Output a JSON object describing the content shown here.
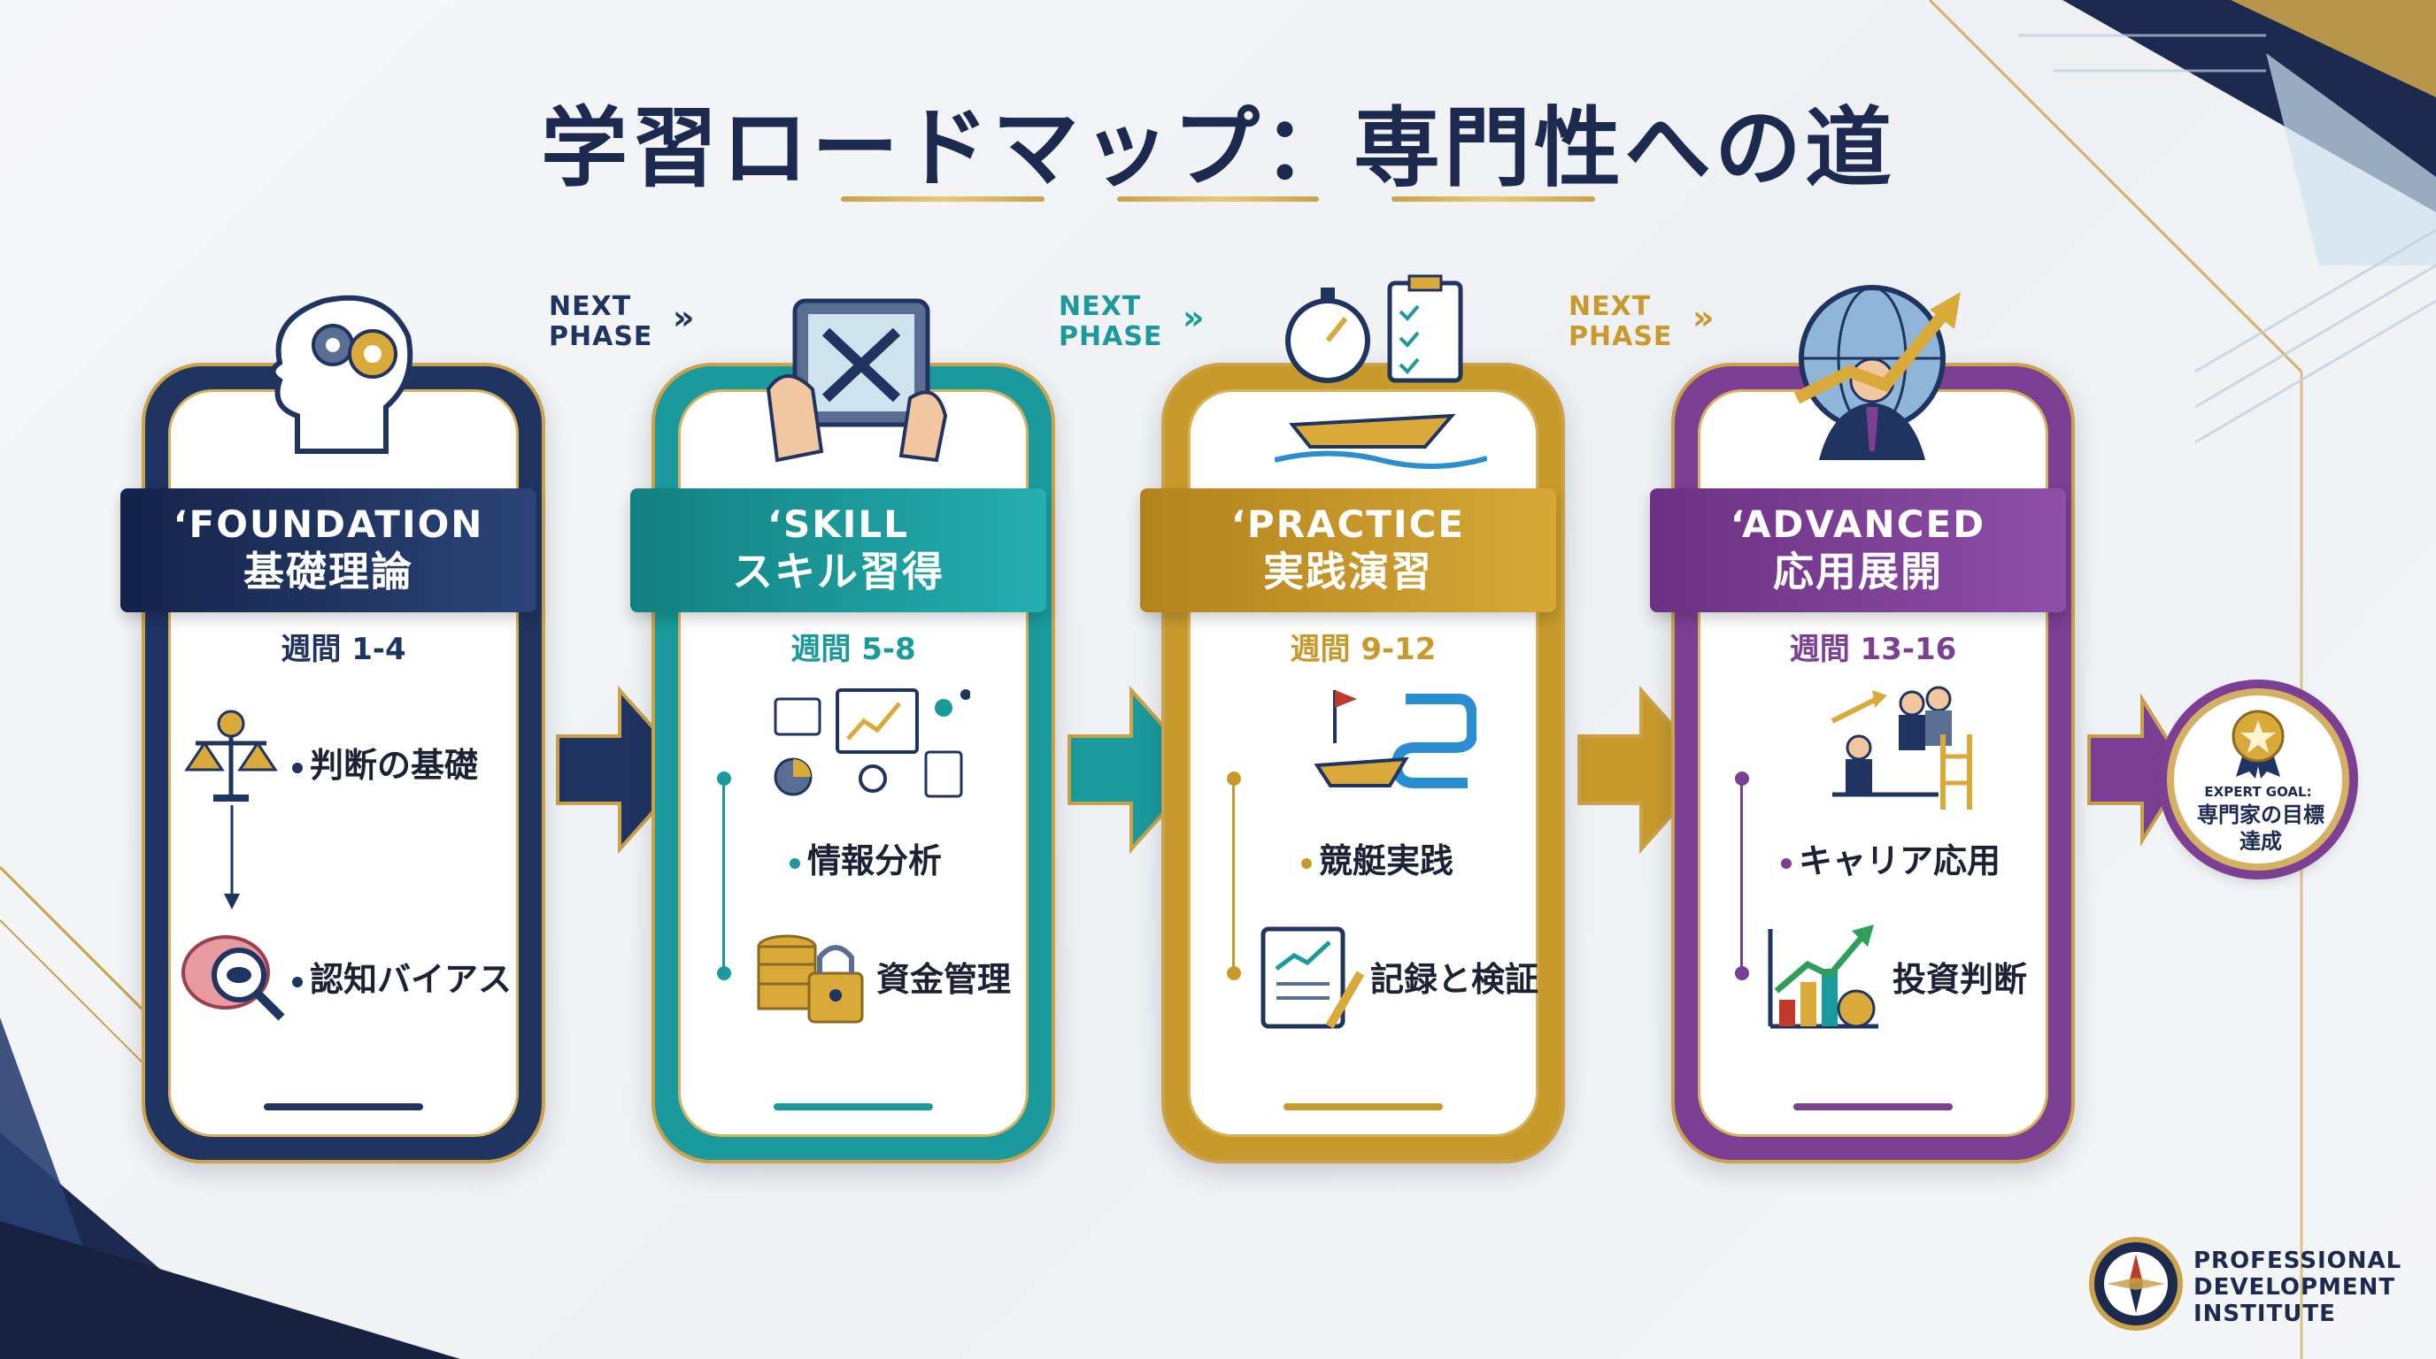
{
  "title": "学習ロードマップ：専門性への道",
  "next_label_1": "NEXT",
  "next_label_2": "PHASE",
  "phases": [
    {
      "en": "‘FOUNDATION",
      "ja": "基礎理論",
      "weeks": "週間 1-4",
      "items": [
        "判断の基礎",
        "認知バイアス"
      ],
      "color": "#1f3461",
      "icon": "head-gears-icon",
      "item_icons": [
        "scales-icon",
        "brain-magnifier-icon"
      ]
    },
    {
      "en": "‘SKILL",
      "ja": "スキル習得",
      "weeks": "週間 5-8",
      "items": [
        "情報分析",
        "資金管理"
      ],
      "color": "#1a9a9c",
      "icon": "tablet-tools-icon",
      "item_icons": [
        "dashboard-icon",
        "coins-lock-icon"
      ]
    },
    {
      "en": "‘PRACTICE",
      "ja": "実践演習",
      "weeks": "週間 9-12",
      "items": [
        "競艇実践",
        "記録と検証"
      ],
      "color": "#c89a2c",
      "icon": "stopwatch-boat-icon",
      "item_icons": [
        "boat-course-icon",
        "notebook-chart-icon"
      ]
    },
    {
      "en": "‘ADVANCED",
      "ja": "応用展開",
      "weeks": "週間 13-16",
      "items": [
        "キャリア応用",
        "投資判断"
      ],
      "color": "#7b3f93",
      "icon": "globe-businessman-icon",
      "item_icons": [
        "career-ladder-icon",
        "investment-chart-icon"
      ]
    }
  ],
  "goal": {
    "en": "EXPERT GOAL:",
    "ja": "専門家の目標達成",
    "icon": "medal-icon"
  },
  "logo": {
    "line1": "PROFESSIONAL",
    "line2": "DEVELOPMENT",
    "line3": "INSTITUTE",
    "icon": "compass-icon"
  }
}
